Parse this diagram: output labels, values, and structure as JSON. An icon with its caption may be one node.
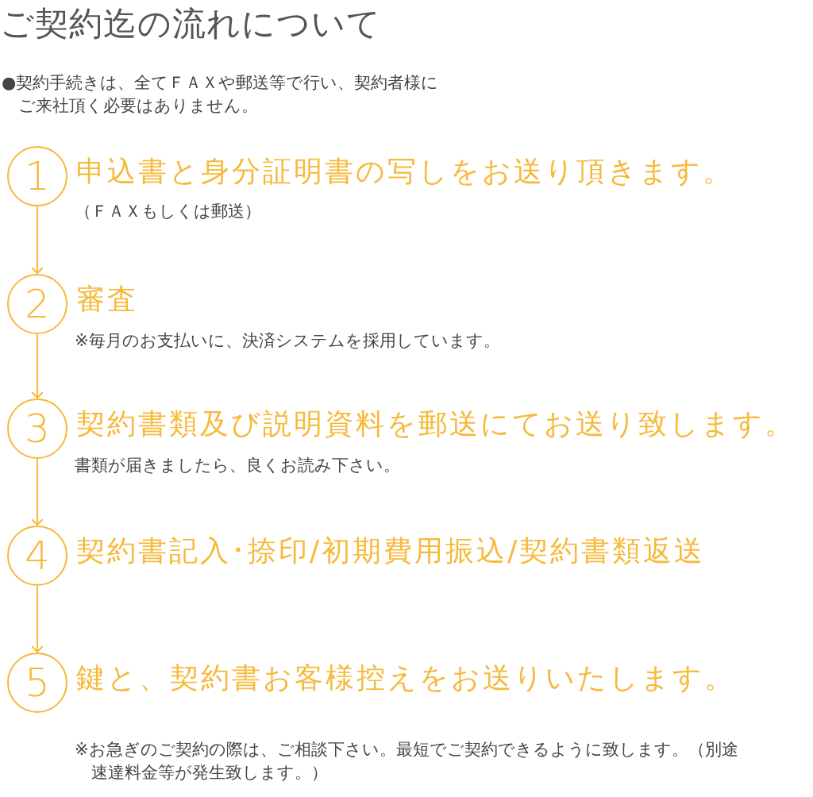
{
  "diagram": {
    "title": "ご契約迄の流れについて",
    "nodes": [
      {
        "text": [
          "1"
        ],
        "beside": [
          "申込書と身分証明書の写しをお送り頂きます。",
          "（ＦＡＸもしくは郵送）"
        ]
      },
      {
        "text": [
          "2"
        ],
        "beside": [
          "審査",
          "※毎月のお支払いに、決済システムを採用しています。"
        ]
      },
      {
        "text": [
          "3"
        ],
        "beside": [
          "契約書類及び説明資料を郵送にてお送り致します。",
          "書類が届きましたら、良くお読み下さい。"
        ]
      },
      {
        "text": [
          "4"
        ],
        "beside": [
          "契約書記入･捺印/初期費用振込/契約書類返送"
        ]
      },
      {
        "text": [
          "5"
        ],
        "beside": [
          "鍵と、契約書お客様控えをお送りいたします。"
        ]
      }
    ],
    "edges": [
      {
        "from": 0,
        "to": 1,
        "arrow": "to"
      },
      {
        "from": 1,
        "to": 2,
        "arrow": "to"
      },
      {
        "from": 2,
        "to": 3,
        "arrow": "to"
      },
      {
        "from": 3,
        "to": 4,
        "arrow": "to"
      }
    ],
    "labels": [
      "●契約手続きは、全てＦＡＸや郵送等で行い、契約者様にご来社頂く必要はありません。",
      "※お急ぎのご契約の際は、ご相談下さい。最短でご契約できるように致します。（別途速達料金等が発生致します。）"
    ]
  }
}
